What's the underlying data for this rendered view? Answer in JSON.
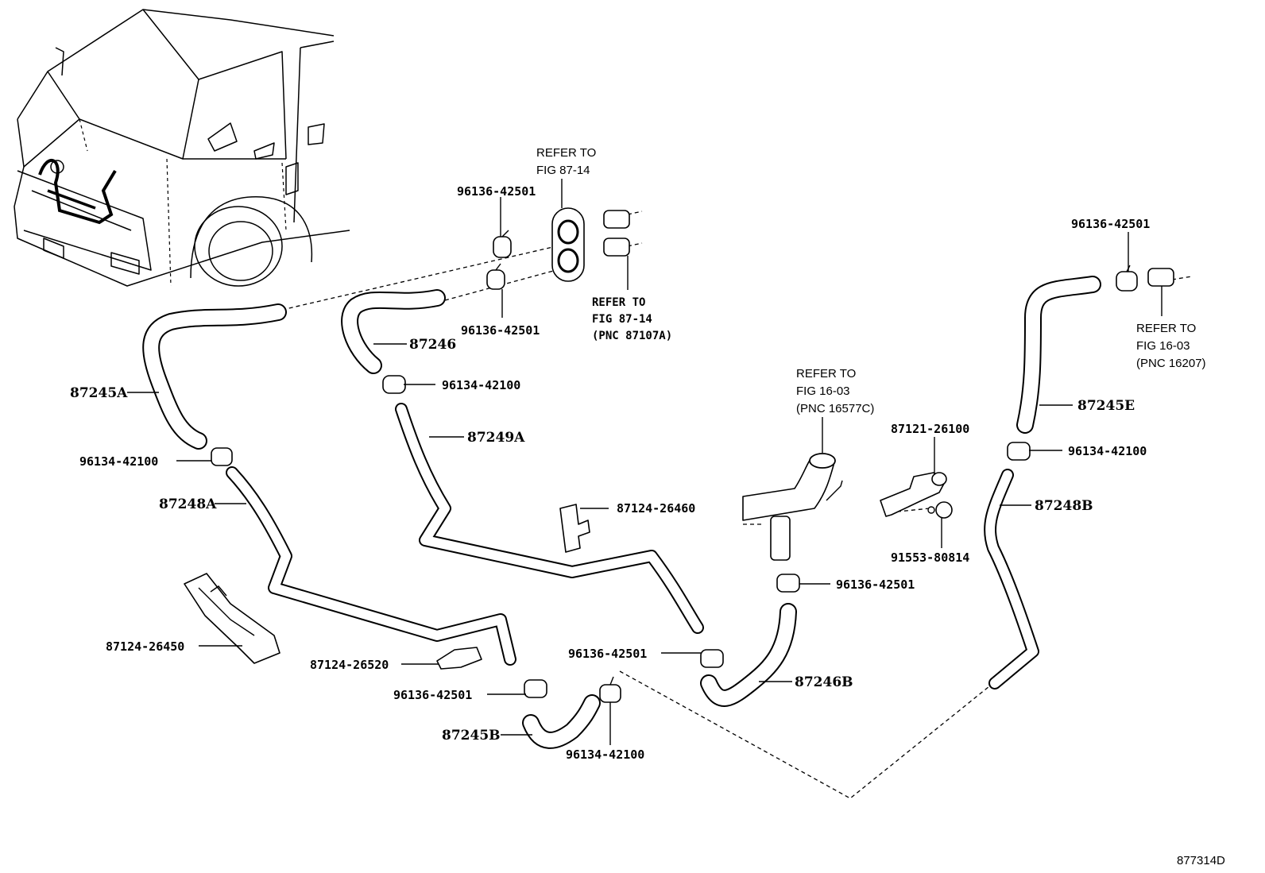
{
  "figure_id": "877314D",
  "labels": {
    "p96136_42501_a": "96136-42501",
    "p96136_42501_b": "96136-42501",
    "p96136_42501_c": "96136-42501",
    "p96136_42501_d": "96136-42501",
    "p96136_42501_e": "96136-42501",
    "p96136_42501_f": "96136-42501",
    "p96134_42100_a": "96134-42100",
    "p96134_42100_b": "96134-42100",
    "p96134_42100_c": "96134-42100",
    "p96134_42100_d": "96134-42100",
    "p87246": "87246",
    "p87245A": "87245A",
    "p87249A": "87249A",
    "p87248A": "87248A",
    "p87124_26460": "87124-26460",
    "p87124_26450": "87124-26450",
    "p87124_26520": "87124-26520",
    "p87245B": "87245B",
    "p87246B": "87246B",
    "p87121_26100": "87121-26100",
    "p91553_80814": "91553-80814",
    "p87245E": "87245E",
    "p87248B": "87248B"
  },
  "refer_notes": {
    "top": {
      "line1": "REFER TO",
      "line2": "FIG 87-14"
    },
    "mid_bold": {
      "line1": "REFER TO",
      "line2": "FIG 87-14",
      "line3": "(PNC 87107A)"
    },
    "center": {
      "line1": "REFER TO",
      "line2": "FIG 16-03",
      "line3": "(PNC 16577C)"
    },
    "right": {
      "line1": "REFER TO",
      "line2": "FIG 16-03",
      "line3": "(PNC 16207)"
    }
  }
}
